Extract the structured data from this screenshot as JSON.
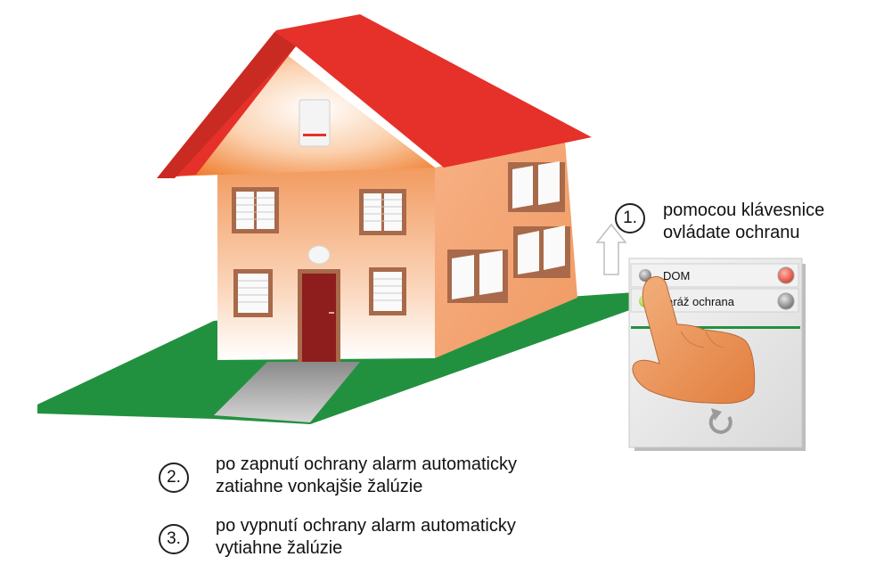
{
  "steps": [
    {
      "number": "1.",
      "line1": "pomocou klávesnice",
      "line2": "ovládate ochranu"
    },
    {
      "number": "2.",
      "line1": "po zapnutí ochrany alarm automaticky",
      "line2": "zatiahne vonkajšie žalúzie"
    },
    {
      "number": "3.",
      "line1": "po vypnutí ochrany alarm automaticky",
      "line2": "vytiahne žalúzie"
    }
  ],
  "keypad": {
    "row1_label": "DOM",
    "row2_label": "Garáž ochrana"
  },
  "colors": {
    "roof": "#e53129",
    "wall": "#f4a572",
    "lawn": "#22913f",
    "door": "#8e1d1d",
    "frame": "#a86a4a",
    "hand": "#e9955a"
  }
}
